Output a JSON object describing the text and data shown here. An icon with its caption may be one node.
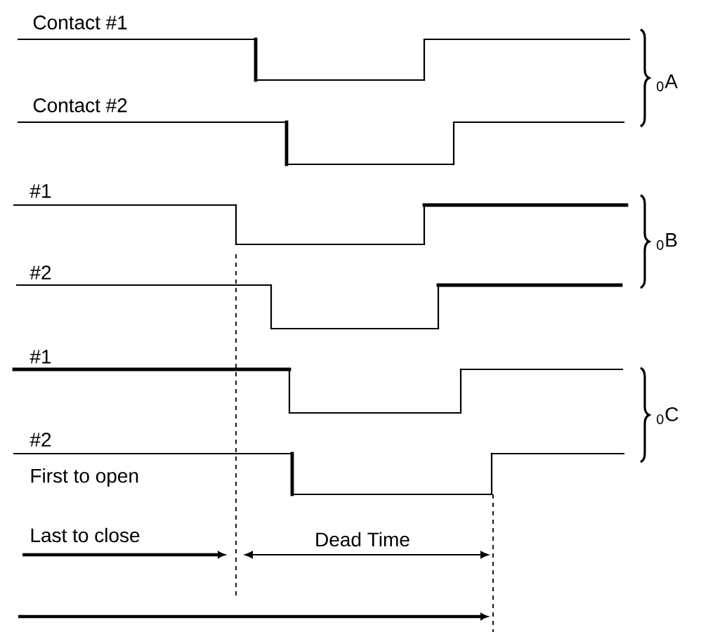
{
  "diagram": {
    "labels": [
      "Contact #1",
      "Contact #2",
      "$_{0}$A",
      "#1",
      "#2",
      "$_{0}$B",
      "#1",
      "#2",
      "$_{0}$C",
      "First to open",
      "Last to close",
      "Dead Time"
    ]
  }
}
